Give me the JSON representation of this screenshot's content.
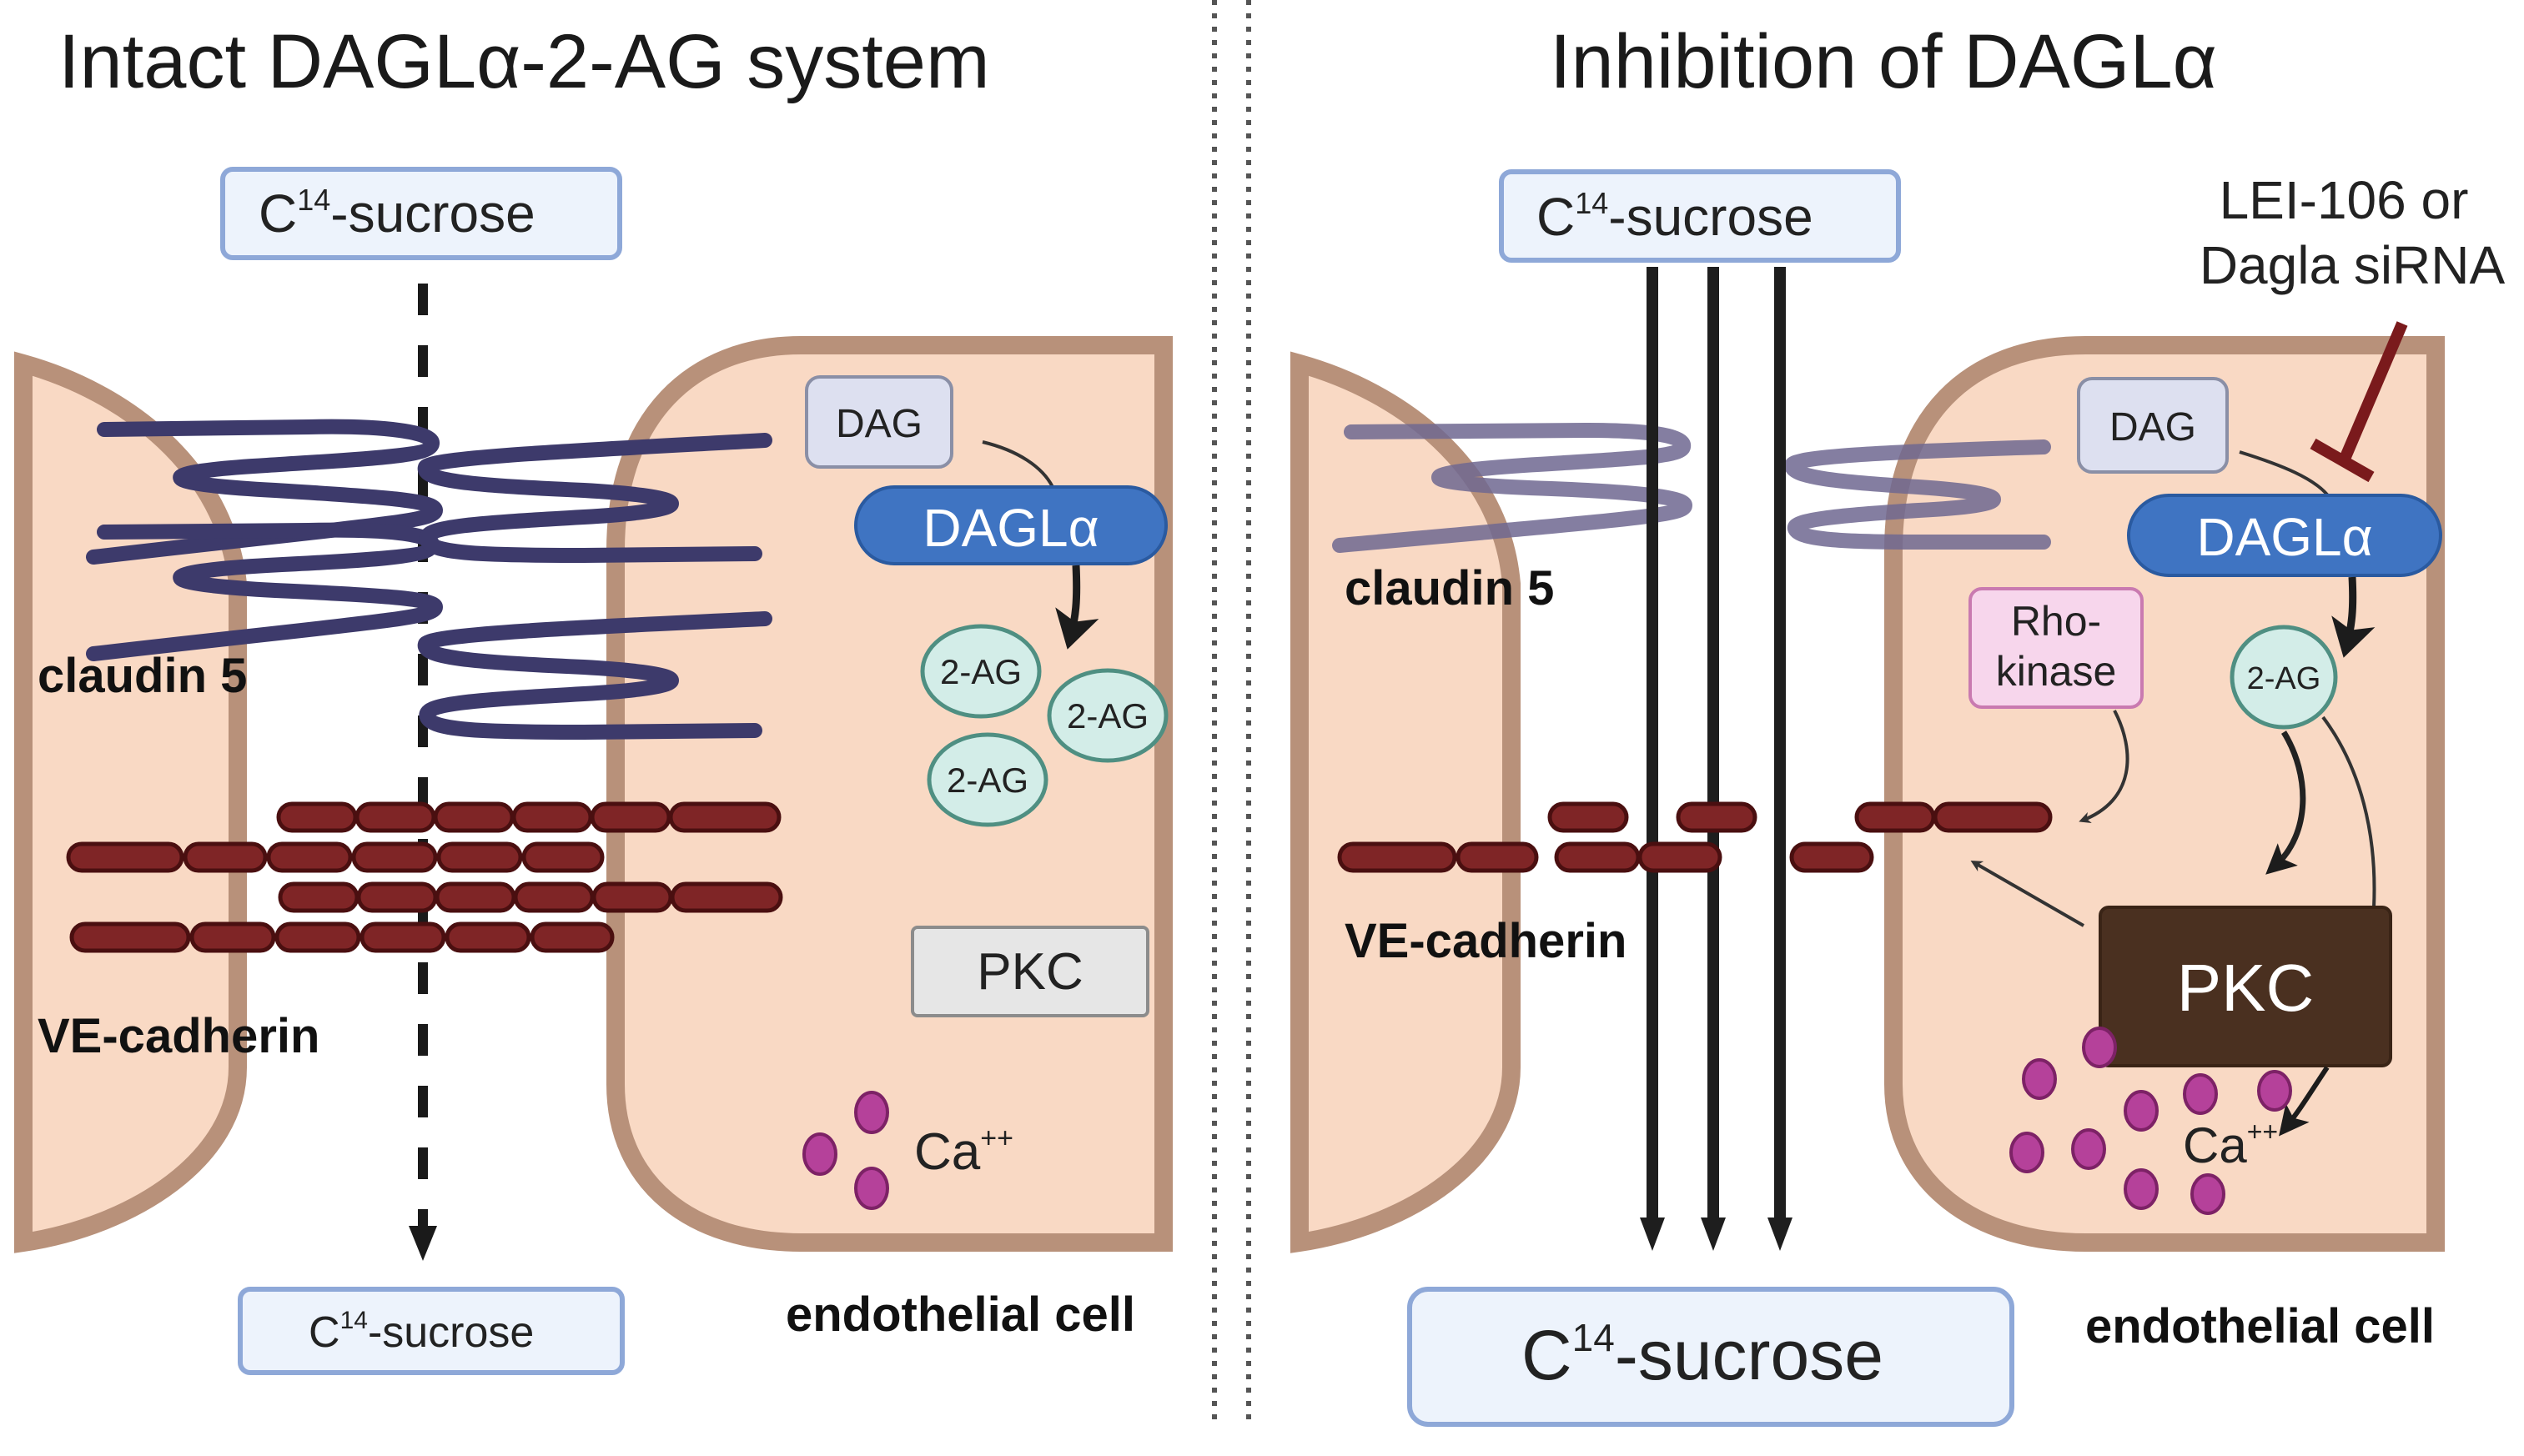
{
  "figure": {
    "left_panel": {
      "title": "Intact DAGLα-2-AG system",
      "sucrose_top": {
        "base": "C",
        "sup": "14",
        "rest": "-sucrose"
      },
      "sucrose_bottom": {
        "base": "C",
        "sup": "14",
        "rest": "-sucrose"
      },
      "dag_label": "DAG",
      "dagla_label": "DAGLα",
      "two_ag_labels": [
        "2-AG",
        "2-AG",
        "2-AG"
      ],
      "pkc_label": "PKC",
      "ca_label": {
        "base": "Ca",
        "sup": "++"
      },
      "claudin_label": "claudin 5",
      "cadherin_label": "VE-cadherin",
      "cell_label": "endothelial cell",
      "flux": "dashed (low permeability)"
    },
    "right_panel": {
      "title": "Inhibition of DAGLα",
      "sucrose_top": {
        "base": "C",
        "sup": "14",
        "rest": "-sucrose"
      },
      "sucrose_bottom": {
        "base": "C",
        "sup": "14",
        "rest": "-sucrose"
      },
      "inhibitor_lines": [
        "LEI-106 or",
        "Dagla siRNA"
      ],
      "dag_label": "DAG",
      "dagla_label": "DAGLα",
      "two_ag_label": "2-AG",
      "rho_kinase_lines": [
        "Rho-",
        "kinase"
      ],
      "pkc_label": "PKC",
      "ca_label": {
        "base": "Ca",
        "sup": "++"
      },
      "claudin_label": "claudin 5",
      "cadherin_label": "VE-cadherin",
      "cell_label": "endothelial cell",
      "flux": "three solid arrows (high permeability)"
    },
    "colors": {
      "cytoplasm": "#f9d9c4",
      "membrane": "#b8917a",
      "claudin": "#3d3a6b",
      "cadherin": "#7f2526",
      "dagla": "#3f74c2",
      "pkc_active": "#4a3020",
      "pkc_inactive": "#e6e6e6",
      "inhibitor": "#7a1a1c",
      "calcium": "#b5419a",
      "two_ag": "#d3ede8",
      "rho_kinase": "#f7d6ec",
      "sucrose_box": "#edf3fc"
    }
  }
}
